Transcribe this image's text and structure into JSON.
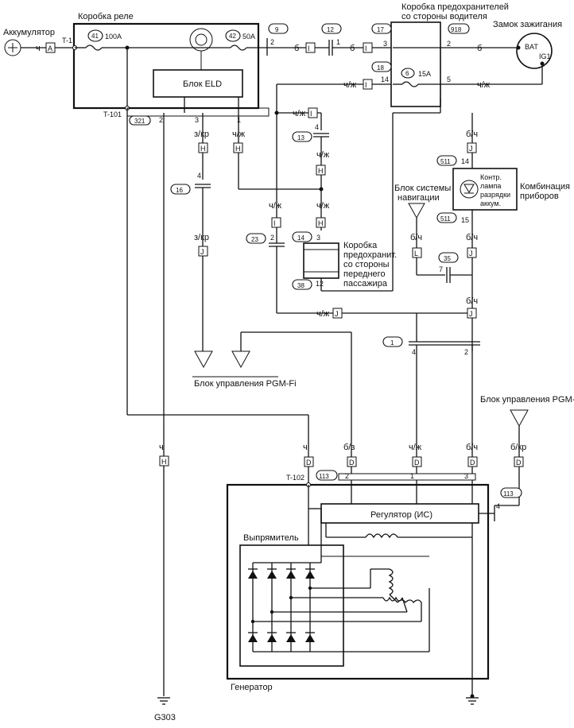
{
  "components": {
    "battery": "Аккумулятор",
    "relay_box": "Коробка реле",
    "eld_unit": "Блок ELD",
    "driver_fuse_box": [
      "Коробка предохранителей",
      "со стороны водителя"
    ],
    "ignition_switch": "Замок зажигания",
    "nav_unit": [
      "Блок системы",
      "навигации"
    ],
    "charge_lamp": [
      "Контр.",
      "лампа",
      "разрядки",
      "аккум."
    ],
    "instrument_cluster": [
      "Комбинация",
      "приборов"
    ],
    "pass_fuse_box": [
      "Коробка",
      "предохранит.",
      "со стороны",
      "переднего",
      "пассажира"
    ],
    "pgmfi_unit_left": "Блок управления PGM-Fi",
    "pgmfi_unit_right": "Блок управления PGM-Fi",
    "regulator": "Регулятор (ИС)",
    "rectifier": "Выпрямитель",
    "generator": "Генератор",
    "ground": "G303"
  },
  "fuses": {
    "f41": {
      "num": "41",
      "rating": "100A"
    },
    "f42": {
      "num": "42",
      "rating": "50A"
    },
    "f6": {
      "num": "6",
      "rating": "15A"
    }
  },
  "terminals": {
    "t1": "T-1",
    "t101": "T-101",
    "t102": "T-102",
    "bat": "BAT",
    "ig1": "IG1"
  },
  "connectors": {
    "c9": "9",
    "c12": "12",
    "c17": "17",
    "c918": "918",
    "c18": "18",
    "c321": "321",
    "c13": "13",
    "c511a": "511",
    "c511b": "511",
    "c16": "16",
    "c23": "23",
    "c14": "14",
    "c38": "38",
    "c35": "35",
    "c1": "1",
    "c113a": "113",
    "c113b": "113"
  },
  "pins": {
    "p_rb2": "2",
    "p_c12_1": "1",
    "p_df3": "3",
    "p_df2": "2",
    "p_df14": "14",
    "p_df5": "5",
    "p_321_2": "2",
    "p_321_3": "3",
    "p_321_1": "1",
    "p_c13_4": "4",
    "p_16_4": "4",
    "p_cl14": "14",
    "p_cl15": "15",
    "p_23_2": "2",
    "p_pf3": "3",
    "p_pf12": "12",
    "p_35_7": "7",
    "p_c1_4": "4",
    "p_c1_2": "2",
    "p_g2": "2",
    "p_g1": "1",
    "p_g3": "3",
    "p_g4": "4"
  },
  "connector_letters": {
    "A": "A",
    "I1": "I",
    "I2": "I",
    "I3": "I",
    "I4": "I",
    "H1": "H",
    "H2": "H",
    "H3": "H",
    "H4": "H",
    "J1": "J",
    "J2": "J",
    "J3": "J",
    "J4": "J",
    "J5": "J",
    "L": "L",
    "D1": "D",
    "D2": "D",
    "D3": "D",
    "D4": "D",
    "D5": "D",
    "H5": "H"
  },
  "wire_colors": {
    "w_batt": "ч",
    "w_b1": "б",
    "w_b2": "б",
    "w_b3": "б",
    "w_chzh_top": "ч/ж",
    "w_chzh_ig": "ч/ж",
    "w_chzh_a": "ч/ж",
    "w_zkr_a": "з/кр",
    "w_chzh_b": "ч/ж",
    "w_chzh_c": "ч/ж",
    "w_chzh_d": "ч/ж",
    "w_chzh_e": "ч/ж",
    "w_zkr_b": "з/кр",
    "w_bch_a": "б/ч",
    "w_bch_b": "б/ч",
    "w_bch_c": "б/ч",
    "w_chzh_f": "ч/ж",
    "w_ch_gnd": "ч",
    "w_ch_gen": "ч",
    "w_bz": "б/з",
    "w_chzh_g": "ч/ж",
    "w_bch_d": "б/ч",
    "w_bkr": "б/кр"
  }
}
